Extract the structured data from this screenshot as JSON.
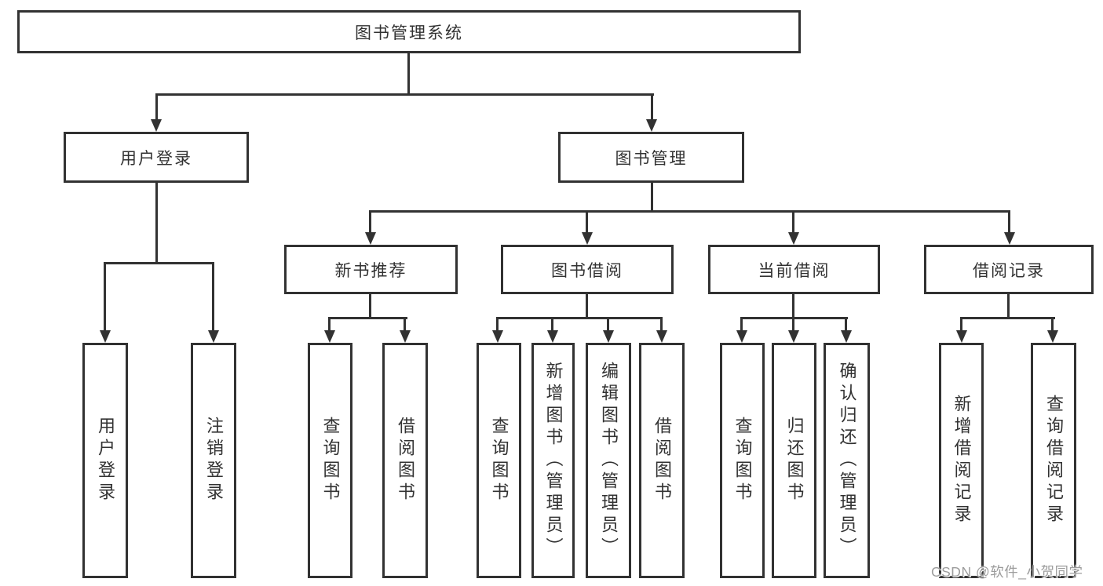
{
  "nodes": {
    "root": "图书管理系统",
    "user_login": "用户登录",
    "book_mgmt": "图书管理",
    "login": "用户登录",
    "logout": "注销登录",
    "new_books": "新书推荐",
    "borrow": "图书借阅",
    "current": "当前借阅",
    "records": "借阅记录",
    "nb_query": "查询图书",
    "nb_borrow": "借阅图书",
    "bw_query": "查询图书",
    "bw_add": "新增图书（管理员）",
    "bw_edit": "编辑图书（管理员）",
    "bw_borrow": "借阅图书",
    "cur_query": "查询图书",
    "cur_return": "归还图书",
    "cur_confirm": "确认归还（管理员）",
    "rec_add": "新增借阅记录",
    "rec_query": "查询借阅记录"
  },
  "watermark": "CSDN @软件_小贺同学",
  "colors": {
    "line": "#323232",
    "background": "#ffffff",
    "watermark": "#9c9c9c"
  }
}
